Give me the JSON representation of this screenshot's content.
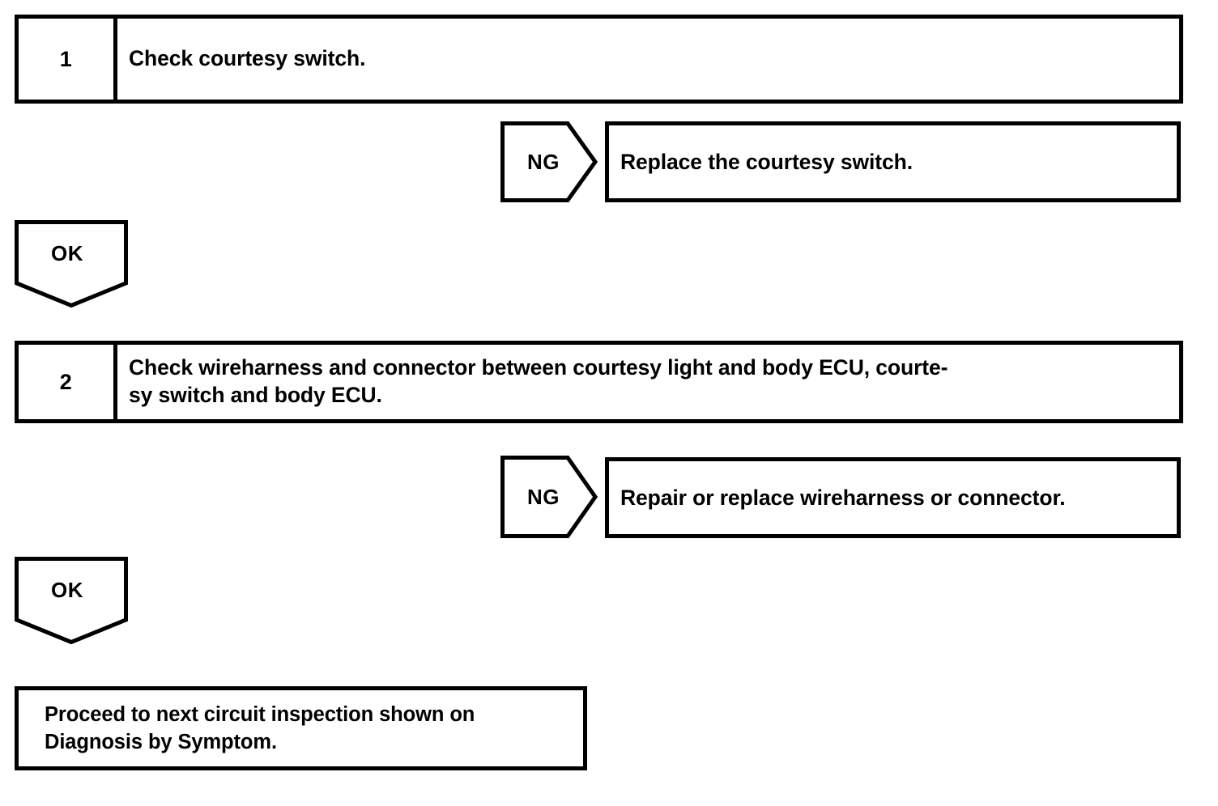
{
  "diagram": {
    "type": "troubleshooting-flowchart",
    "stroke_color": "#000000",
    "background_color": "#ffffff",
    "steps": [
      {
        "number": "1",
        "lines": [
          "Check courtesy switch."
        ],
        "branch": {
          "label": "NG",
          "result_lines": [
            "Replace the courtesy switch."
          ]
        },
        "pass": {
          "label": "OK"
        }
      },
      {
        "number": "2",
        "lines": [
          "Check wireharness and connector between courtesy light and body ECU, courte-",
          "sy switch and body ECU."
        ],
        "branch": {
          "label": "NG",
          "result_lines": [
            "Repair or replace wireharness or connector."
          ]
        },
        "pass": {
          "label": "OK"
        }
      }
    ],
    "terminal": {
      "lines": [
        "Proceed to next circuit inspection shown on",
        "Diagnosis by Symptom."
      ]
    }
  }
}
